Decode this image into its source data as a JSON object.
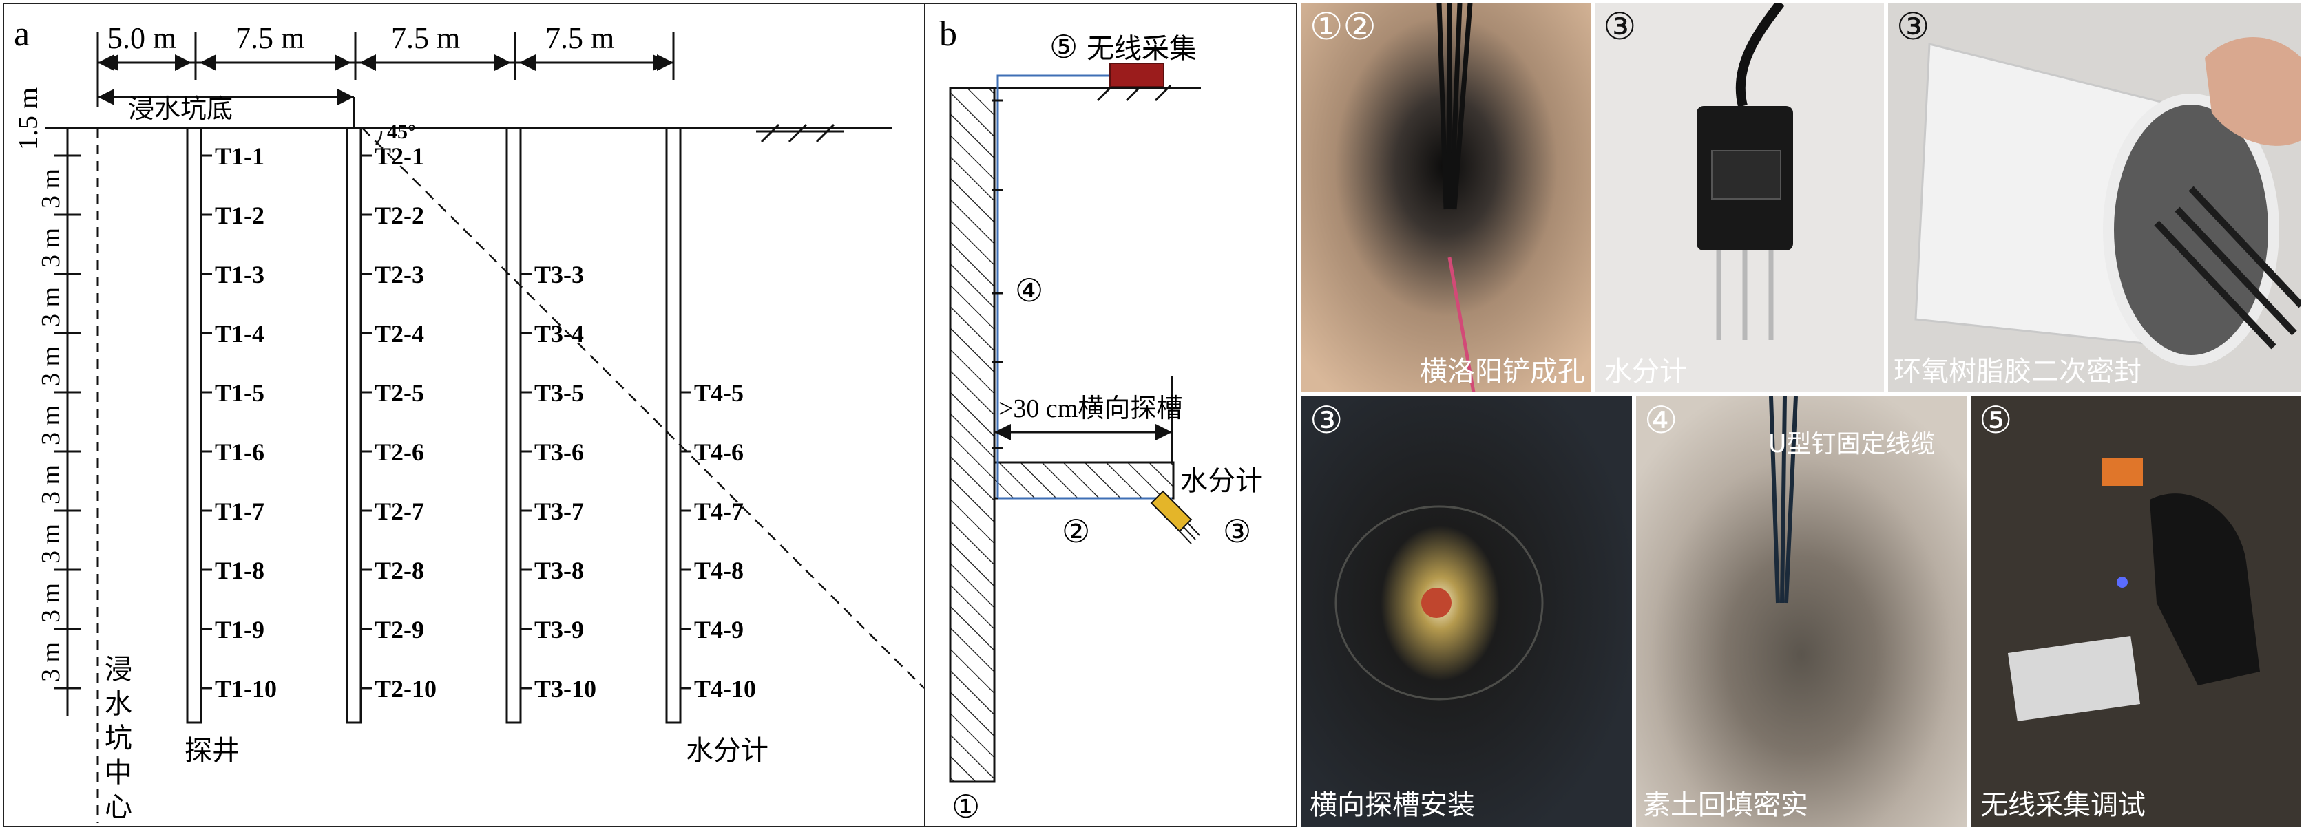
{
  "panel_a": {
    "letter": "a",
    "top_spacings": [
      "5.0 m",
      "7.5 m",
      "7.5 m",
      "7.5 m"
    ],
    "depth_top": "1.5 m",
    "depth_intervals": [
      "3 m",
      "3 m",
      "3 m",
      "3 m",
      "3 m",
      "3 m",
      "3 m",
      "3 m",
      "3 m"
    ],
    "pit_bottom_label": "浸水坑底",
    "angle_label": "45°",
    "center_label": "浸水坑中心",
    "well_label": "探井",
    "meter_label": "水分计",
    "columns": [
      {
        "name": "T1",
        "labels": [
          "T1-1",
          "T1-2",
          "T1-3",
          "T1-4",
          "T1-5",
          "T1-6",
          "T1-7",
          "T1-8",
          "T1-9",
          "T1-10"
        ]
      },
      {
        "name": "T2",
        "labels": [
          "T2-1",
          "T2-2",
          "T2-3",
          "T2-4",
          "T2-5",
          "T2-6",
          "T2-7",
          "T2-8",
          "T2-9",
          "T2-10"
        ]
      },
      {
        "name": "T3",
        "labels": [
          "T3-3",
          "T3-4",
          "T3-5",
          "T3-6",
          "T3-7",
          "T3-8",
          "T3-9",
          "T3-10"
        ]
      },
      {
        "name": "T4",
        "labels": [
          "T4-5",
          "T4-6",
          "T4-7",
          "T4-8",
          "T4-9",
          "T4-10"
        ]
      }
    ]
  },
  "panel_b": {
    "letter": "b",
    "wireless_label": "无线采集",
    "wireless_num": "⑤",
    "cable_num": "④",
    "groove_label": ">30 cm横向探槽",
    "meter_label": "水分计",
    "groove_num": "②",
    "meter_num": "③",
    "well_num": "①"
  },
  "photos": [
    {
      "tag": "①②",
      "caption": "横洛阳铲成孔"
    },
    {
      "tag": "③",
      "caption": "水分计"
    },
    {
      "tag": "③",
      "caption": "环氧树脂胶二次密封"
    },
    {
      "tag": "③",
      "caption": "横向探槽安装"
    },
    {
      "tag": "④",
      "caption": "素土回填密实",
      "note": "U型钉固定线缆"
    },
    {
      "tag": "⑤",
      "caption": "无线采集调试"
    }
  ]
}
